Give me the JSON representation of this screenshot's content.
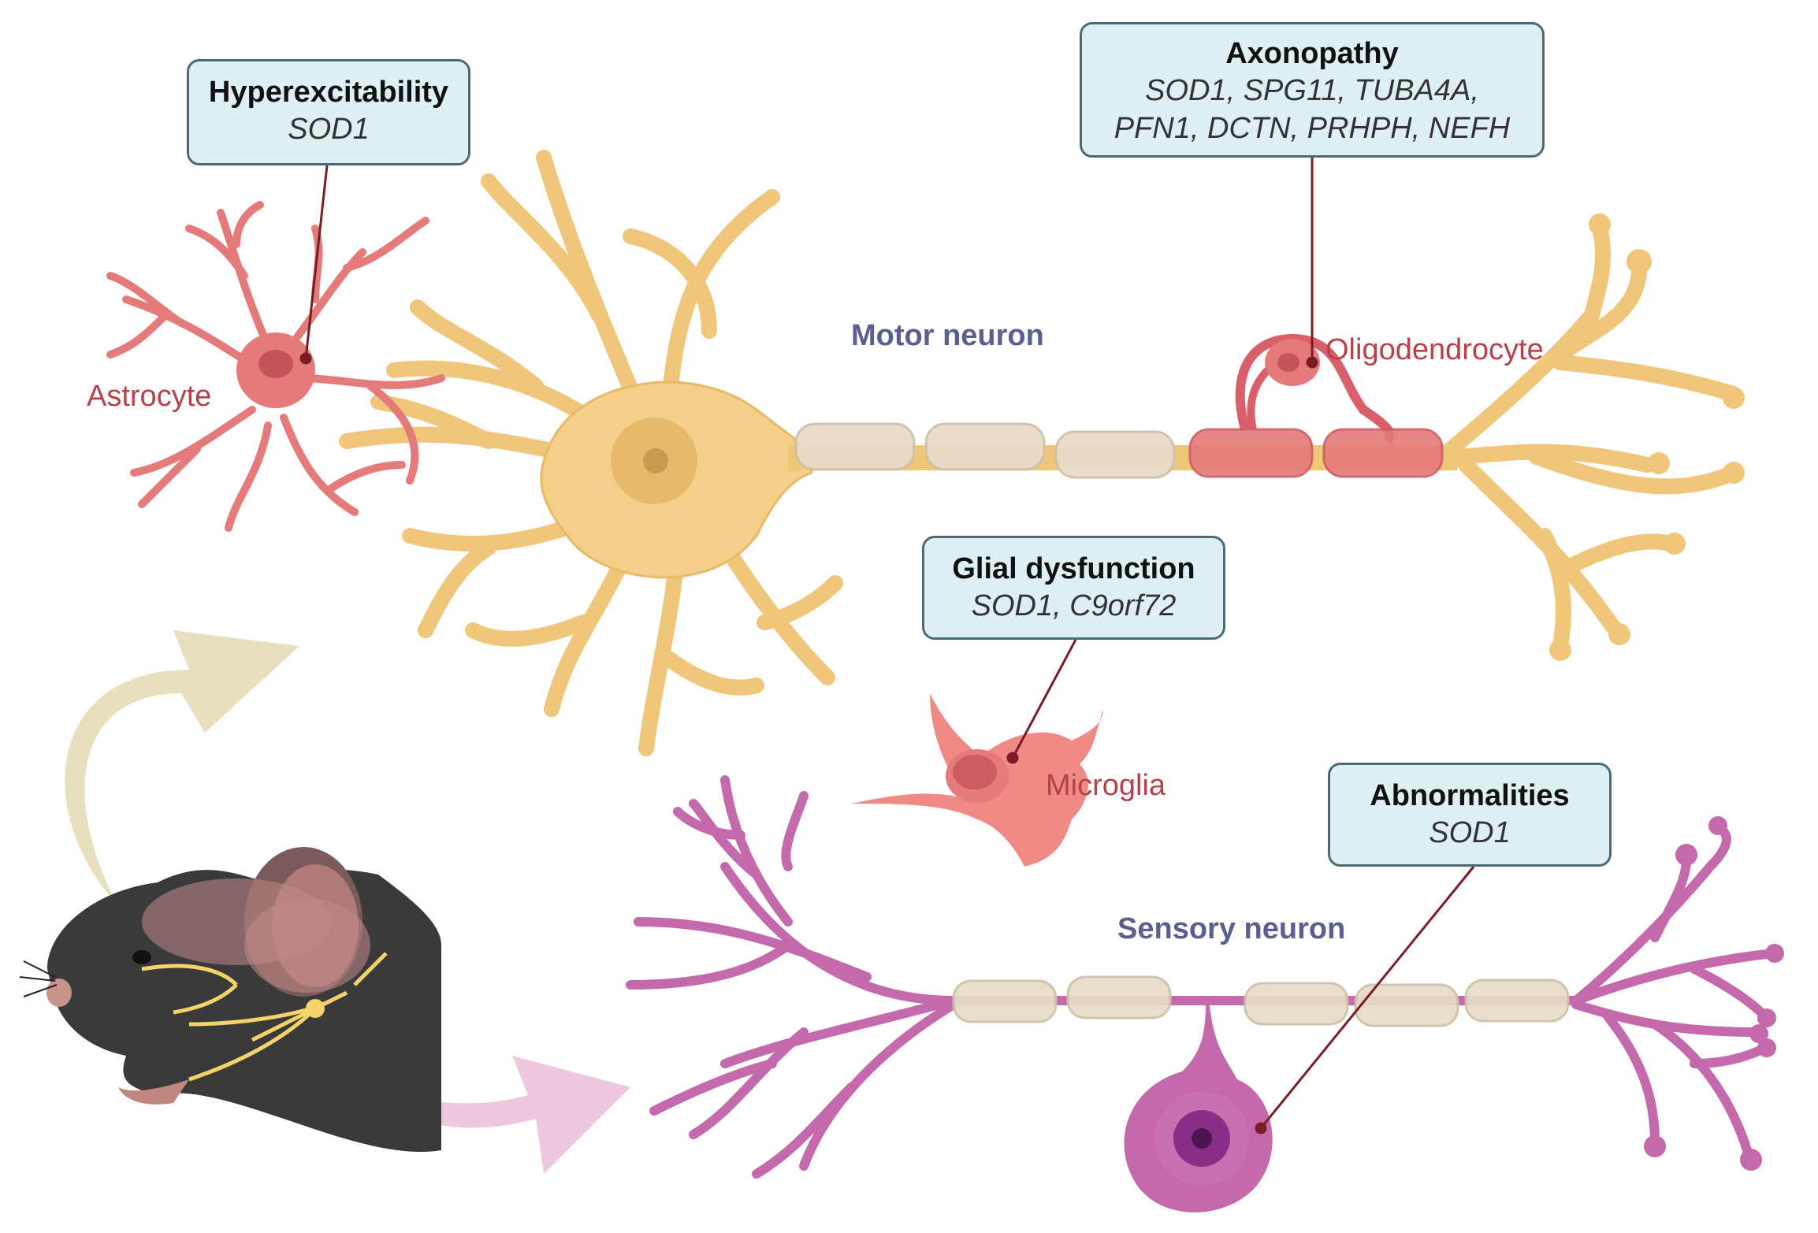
{
  "callouts": {
    "hyperexcitability": {
      "title": "Hyperexcitability",
      "genes": "SOD1"
    },
    "axonopathy": {
      "title": "Axonopathy",
      "genes_line1": "SOD1, SPG11, TUBA4A,",
      "genes_line2": "PFN1, DCTN, PRHPH, NEFH"
    },
    "glial": {
      "title": "Glial dysfunction",
      "genes": "SOD1, C9orf72"
    },
    "abnormalities": {
      "title": "Abnormalities",
      "genes": "SOD1"
    }
  },
  "labels": {
    "astrocyte": "Astrocyte",
    "motor_neuron": "Motor neuron",
    "oligodendrocyte": "Oligodendrocyte",
    "microglia": "Microglia",
    "sensory_neuron": "Sensory neuron"
  },
  "colors": {
    "motor_neuron": "#f3cf8a",
    "sensory_neuron": "#c46aac",
    "astrocyte": "#e57a7a",
    "microglia": "#ef8a84",
    "oligodendrocyte": "#d9606a",
    "myelin": "#e8dcc8",
    "callout_fill": "#dff0f5",
    "leader_line": "#7a1c24",
    "mouse": "#3a3a3a"
  },
  "icons": [
    "mouse-illustration",
    "curved-arrow-up",
    "curved-arrow-right"
  ]
}
